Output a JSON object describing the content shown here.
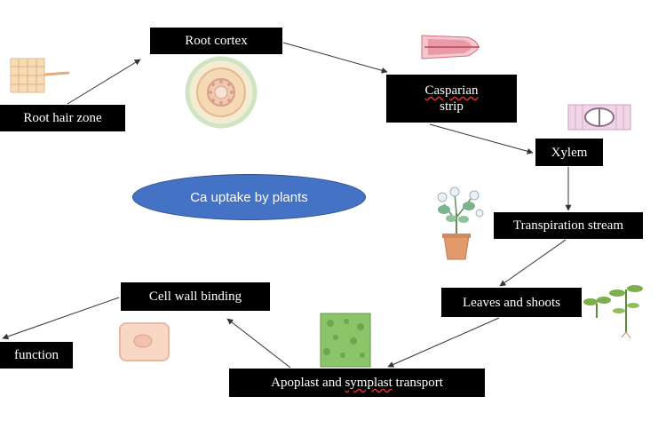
{
  "nodes": {
    "root_hair_zone": "Root hair zone",
    "root_cortex": "Root cortex",
    "casparian_strip_line1": "Casparian",
    "casparian_strip_line2": "strip",
    "xylem": "Xylem",
    "transpiration_stream": "Transpiration stream",
    "leaves_and_shoots": "Leaves and shoots",
    "apoplast_symplast_part1": "Apoplast and ",
    "apoplast_symplast_part2": "symplast",
    "apoplast_symplast_part3": " transport",
    "cell_wall_binding": "Cell wall binding",
    "function": "function"
  },
  "center_label": "Ca uptake by plants",
  "colors": {
    "box_fill": "#000000",
    "ellipse_fill": "#4472c4",
    "arrow": "#333333"
  }
}
